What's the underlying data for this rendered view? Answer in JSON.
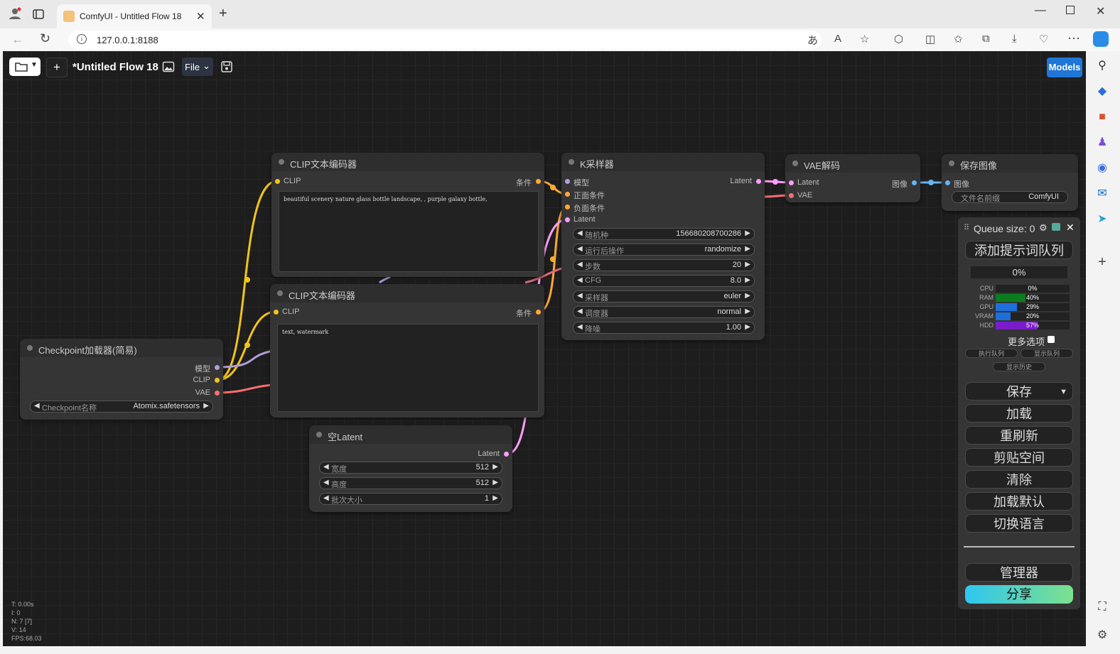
{
  "browser": {
    "tab_title": "ComfyUI - Untitled Flow 18",
    "url": "127.0.0.1:8188",
    "new_tab": "+"
  },
  "toolbar": {
    "add": "+",
    "flow_title": "*Untitled Flow 18",
    "file_label": "File",
    "models_label": "Models"
  },
  "nodes": {
    "clip1": {
      "title": "CLIP文本编码器",
      "in_clip": "CLIP",
      "out_cond": "条件",
      "text": "beautiful scenery nature glass bottle landscape, , purple galaxy bottle,"
    },
    "clip2": {
      "title": "CLIP文本编码器",
      "in_clip": "CLIP",
      "out_cond": "条件",
      "text": "text, watermark"
    },
    "ksampler": {
      "title": "K采样器",
      "inputs": [
        "模型",
        "正面条件",
        "负面条件",
        "Latent"
      ],
      "output": "Latent",
      "widgets": [
        {
          "label": "随机种",
          "value": "156680208700286"
        },
        {
          "label": "运行后操作",
          "value": "randomize"
        },
        {
          "label": "步数",
          "value": "20"
        },
        {
          "label": "CFG",
          "value": "8.0"
        },
        {
          "label": "采样器",
          "value": "euler"
        },
        {
          "label": "调度器",
          "value": "normal"
        },
        {
          "label": "降噪",
          "value": "1.00"
        }
      ]
    },
    "vae": {
      "title": "VAE解码",
      "in_latent": "Latent",
      "in_vae": "VAE",
      "out_image": "图像"
    },
    "save": {
      "title": "保存图像",
      "in_image": "图像",
      "prefix_label": "文件名前缀",
      "prefix_value": "ComfyUI"
    },
    "checkpoint": {
      "title": "Checkpoint加载器(简易)",
      "outputs": [
        "模型",
        "CLIP",
        "VAE"
      ],
      "widget_label": "Checkpoint名称",
      "widget_value": "Atomix.safetensors"
    },
    "latent": {
      "title": "空Latent",
      "output": "Latent",
      "widgets": [
        {
          "label": "宽度",
          "value": "512"
        },
        {
          "label": "高度",
          "value": "512"
        },
        {
          "label": "批次大小",
          "value": "1"
        }
      ]
    }
  },
  "queue": {
    "title": "Queue size: 0",
    "add_prompt": "添加提示词队列",
    "progress": "0%",
    "metrics": [
      {
        "name": "CPU",
        "value": "0%",
        "fraction": 0.0,
        "color": "#00aa00"
      },
      {
        "name": "RAM",
        "value": "40%",
        "fraction": 0.4,
        "color": "#0a7d1e"
      },
      {
        "name": "GPU",
        "value": "29%",
        "fraction": 0.29,
        "color": "#1e6fdc"
      },
      {
        "name": "VRAM",
        "value": "20%",
        "fraction": 0.2,
        "color": "#1e6fdc"
      },
      {
        "name": "HDD",
        "value": "57%",
        "fraction": 0.57,
        "color": "#7a1cc8"
      }
    ],
    "more_options": "更多选项",
    "exec_queue": "执行队列",
    "show_queue": "显示队列",
    "show_history": "显示历史",
    "save": "保存",
    "load": "加载",
    "refresh": "重刷新",
    "clipspace": "剪贴空间",
    "clear": "清除",
    "load_default": "加载默认",
    "switch_lang": "切换语言",
    "manager": "管理器",
    "share": "分享"
  },
  "stats": [
    "T: 0.00s",
    "I: 0",
    "N: 7 [7]",
    "V: 14",
    "FPS:68.03"
  ],
  "colors": {
    "clip": "#f0c419",
    "model": "#b39ddb",
    "vae": "#ff6e6e",
    "conditioning": "#ffa931",
    "latent": "#ff9cf9",
    "image": "#64b5f6"
  }
}
